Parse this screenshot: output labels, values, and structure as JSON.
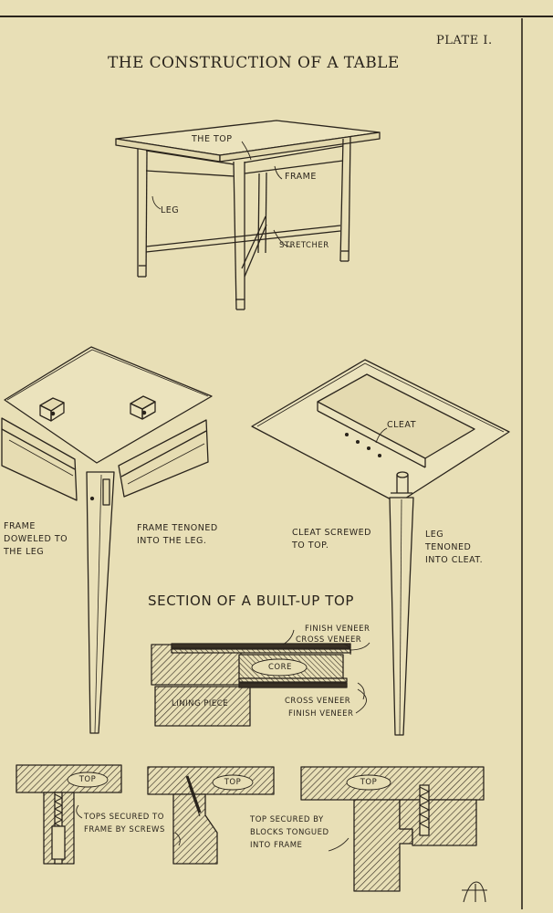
{
  "plate": {
    "number": "PLATE I.",
    "title": "THE CONSTRUCTION OF A TABLE",
    "monogram": "AT"
  },
  "table_view": {
    "labels": {
      "top": "THE TOP",
      "frame": "FRAME",
      "leg": "LEG",
      "stretcher": "STRETCHER"
    }
  },
  "joints": {
    "doweled": "FRAME DOWELED TO THE LEG",
    "tenoned": "FRAME TENONED INTO THE LEG.",
    "cleat_label": "CLEAT",
    "cleat_screwed": "CLEAT SCREWED TO TOP.",
    "leg_tenoned": "LEG TENONED INTO CLEAT."
  },
  "built_up_top": {
    "heading": "SECTION OF A BUILT-UP TOP",
    "layers": {
      "finish_veneer_top": "FINISH VENEER",
      "cross_veneer_top": "CROSS VENEER",
      "core": "CORE",
      "cross_veneer_bottom": "CROSS VENEER",
      "finish_veneer_bottom": "FINISH VENEER",
      "lining_piece": "LINING PIECE"
    }
  },
  "top_fastening": {
    "top_label": "TOP",
    "screws_note": "TOPS SECURED TO FRAME BY SCREWS",
    "blocks_note": "TOP SECURED BY BLOCKS TONGUED INTO FRAME"
  },
  "colors": {
    "paper": "#e8dfb6",
    "ink": "#2a241c"
  }
}
